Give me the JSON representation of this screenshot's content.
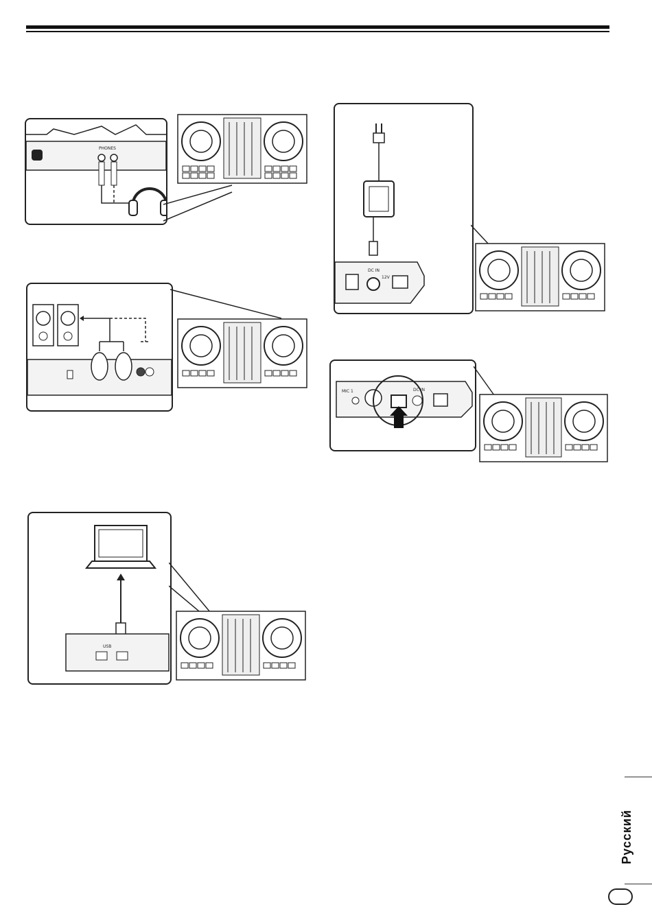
{
  "page": {
    "language_label": "Русский",
    "page_number_badge": ""
  },
  "figures": {
    "headphones": {
      "jack_label": "PHONES"
    },
    "power_adapter": {
      "dc_label": "DC IN",
      "voltage_label": "12V"
    },
    "power_switch": {
      "mic_label": "MIC 1",
      "dc_label": "DC IN"
    },
    "computer": {
      "usb_label": "USB"
    }
  }
}
